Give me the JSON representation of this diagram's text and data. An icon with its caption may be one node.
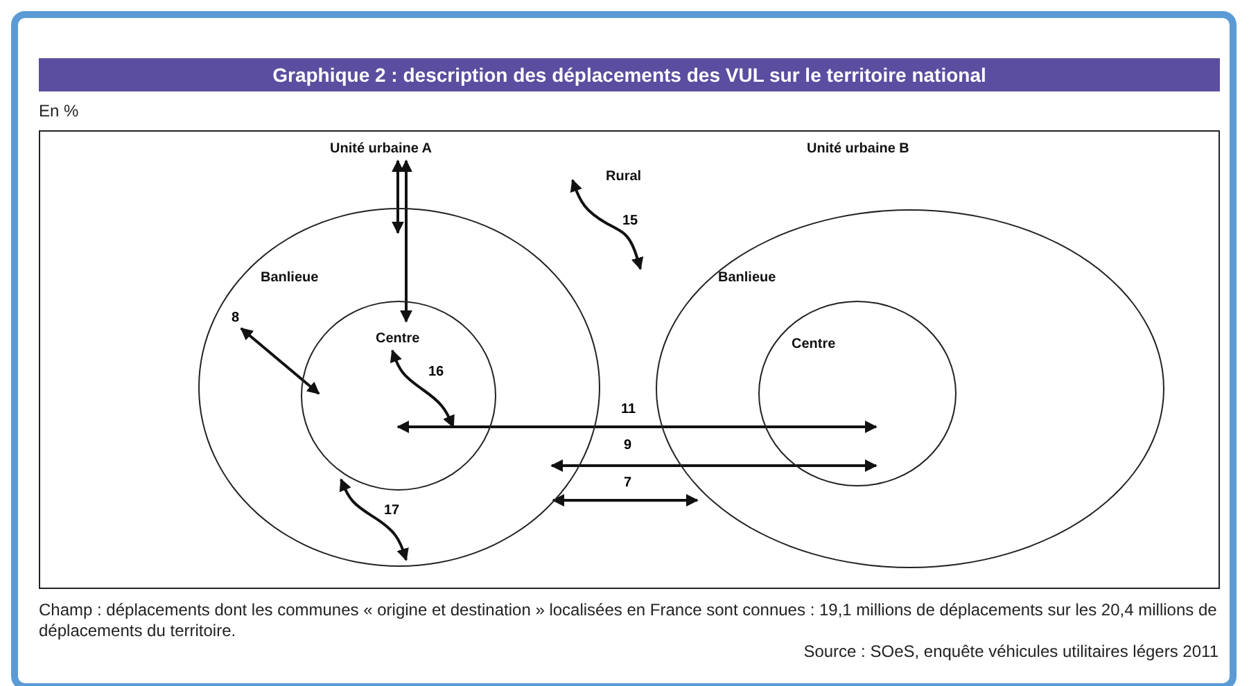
{
  "diagram": {
    "title": "Graphique 2 : description des déplacements des VUL sur le territoire national",
    "caption": "Champ : déplacements dont les communes « origine et destination » localisées en France sont connues : 19,1 millions de déplacements sur les 20,4 millions de déplacements du territoire.",
    "nodes": [
      {
        "text": [
          "Unité urbaine A"
        ]
      },
      {
        "text": [
          "Banlieue"
        ]
      },
      {
        "text": [
          "Centre"
        ],
        "in": 1
      },
      {
        "text": [
          "Rural"
        ]
      },
      {
        "text": [
          "Unité urbaine B"
        ]
      },
      {
        "text": [
          "Banlieue"
        ]
      },
      {
        "text": [
          "Centre"
        ],
        "in": 5
      }
    ],
    "edges": [
      {
        "from": 0,
        "to": 1,
        "arrow": "both"
      },
      {
        "from": 0,
        "to": 2,
        "arrow": "both"
      },
      {
        "from": 3,
        "to": 5,
        "label": "15",
        "arrow": "both"
      },
      {
        "from": 1,
        "to": 2,
        "label": "8",
        "arrow": "both"
      },
      {
        "from": 2,
        "to": 2,
        "label": "16",
        "arrow": "both"
      },
      {
        "from": 2,
        "to": 6,
        "label": "11",
        "arrow": "both"
      },
      {
        "from": 1,
        "to": 6,
        "label": "9",
        "arrow": "both"
      },
      {
        "from": 1,
        "to": 5,
        "label": "7",
        "arrow": "both"
      },
      {
        "from": 2,
        "to": 1,
        "label": "17",
        "arrow": "both"
      }
    ],
    "labels": [
      "En %",
      "Source : SOeS, enquête véhicules utilitaires légers 2011"
    ]
  }
}
